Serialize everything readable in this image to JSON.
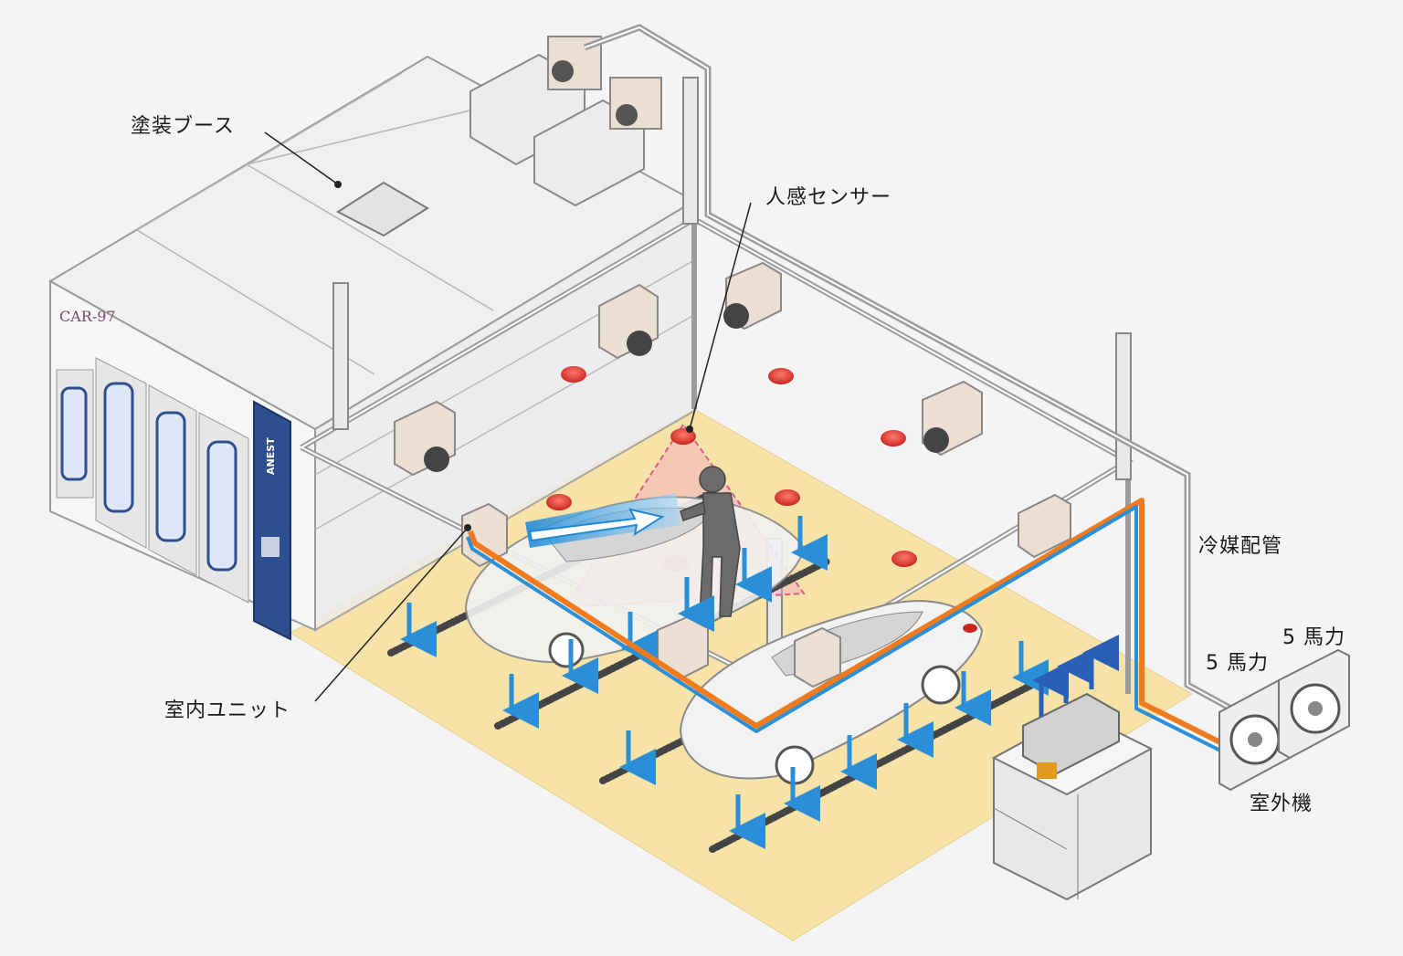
{
  "labels": {
    "booth": "塗装ブース",
    "sensor": "人感センサー",
    "refrigerant_pipe": "冷媒配管",
    "indoor_unit": "室内ユニット",
    "outdoor_unit": "室外機",
    "hp_1": "5 馬力",
    "hp_2": "5 馬力"
  },
  "booth_brand": {
    "model": "CAR-97",
    "logo": "ANEST"
  },
  "colors": {
    "floor": "#f7e3a8",
    "booth_panel": "#f2f2f2",
    "booth_door_panel": "#2e4f8f",
    "outline": "#8a8a8a",
    "pipe_orange": "#f07a1e",
    "pipe_blue": "#2a8fd6",
    "airflow_arrow": "#2a8fd6",
    "ceiling_lamp": "#e8413c",
    "sensor_cone": "#e05a8a",
    "spray_beam": "#3aa0e0"
  },
  "icons": [
    "indoor-unit-icon",
    "outdoor-unit-icon",
    "sensor-cone-icon",
    "car-icon",
    "worker-icon",
    "airflow-arrow-icon",
    "floor-grate-icon",
    "work-table-icon"
  ]
}
